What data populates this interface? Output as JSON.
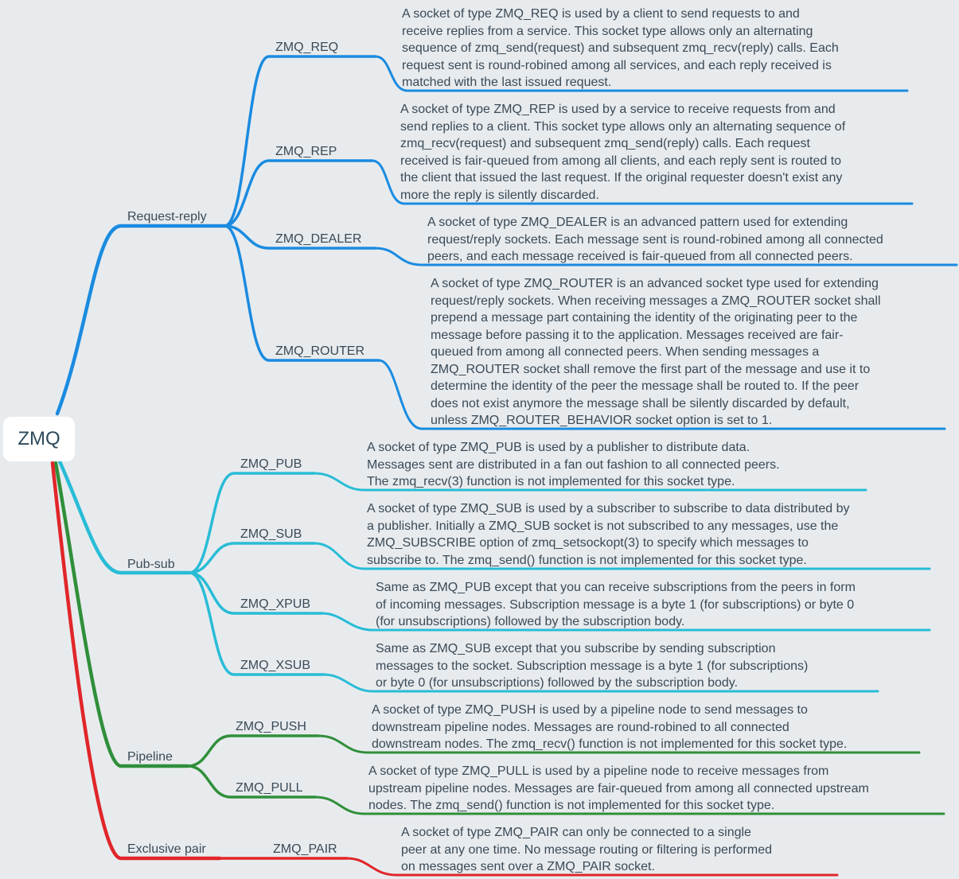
{
  "root": {
    "label": "ZMQ"
  },
  "colors": {
    "request_reply": "#1a8be0",
    "pub_sub": "#29bcd6",
    "pipeline": "#2f8f3a",
    "exclusive_pair": "#e0262a"
  },
  "groups": {
    "request_reply": {
      "label": "Request-reply",
      "items": [
        {
          "label": "ZMQ_REQ",
          "description": "A socket of type ZMQ_REQ is used by a client to send requests to and\nreceive replies from a service. This socket type allows only an alternating\nsequence of zmq_send(request) and subsequent zmq_recv(reply) calls. Each\nrequest sent is round-robined among all services, and each reply received is\nmatched with the last issued request."
        },
        {
          "label": "ZMQ_REP",
          "description": "A socket of type ZMQ_REP is used by a service to receive requests from and\nsend replies to a client. This socket type allows only an alternating sequence of\nzmq_recv(request) and subsequent zmq_send(reply) calls. Each request\nreceived is fair-queued from among all clients, and each reply sent is routed to\nthe client that issued the last request. If the original requester doesn't exist any\nmore the reply is silently discarded."
        },
        {
          "label": "ZMQ_DEALER",
          "description": "A socket of type ZMQ_DEALER is an advanced pattern used for extending\nrequest/reply sockets. Each message sent is round-robined among all connected\npeers, and each message received is fair-queued from all connected peers."
        },
        {
          "label": "ZMQ_ROUTER",
          "description": "A socket of type ZMQ_ROUTER is an advanced socket type used for extending\nrequest/reply sockets. When receiving messages a ZMQ_ROUTER socket shall\nprepend a message part containing the identity of the originating peer to the\nmessage before passing it to the application. Messages received are fair-\nqueued from among all connected peers. When sending messages a\nZMQ_ROUTER socket shall remove the first part of the message and use it to\ndetermine the identity of the peer the message shall be routed to. If the peer\ndoes not exist anymore the message shall be silently discarded by default,\nunless ZMQ_ROUTER_BEHAVIOR socket option is set to 1."
        }
      ]
    },
    "pub_sub": {
      "label": "Pub-sub",
      "items": [
        {
          "label": "ZMQ_PUB",
          "description": "A socket of type ZMQ_PUB is used by a publisher to distribute data.\nMessages sent are distributed in a fan out fashion to all connected peers.\nThe zmq_recv(3) function is not implemented for this socket type."
        },
        {
          "label": "ZMQ_SUB",
          "description": "A socket of type ZMQ_SUB is used by a subscriber to subscribe to data distributed by\na publisher. Initially a ZMQ_SUB socket is not subscribed to any messages, use the\nZMQ_SUBSCRIBE option of zmq_setsockopt(3) to specify which messages to\nsubscribe to. The zmq_send() function is not implemented for this socket type."
        },
        {
          "label": "ZMQ_XPUB",
          "description": "Same as ZMQ_PUB except that you can receive subscriptions from the peers in form\nof incoming messages. Subscription message is a byte 1 (for subscriptions) or byte 0\n(for unsubscriptions) followed by the subscription body."
        },
        {
          "label": "ZMQ_XSUB",
          "description": "Same as ZMQ_SUB except that you subscribe by sending subscription\nmessages to the socket. Subscription message is a byte 1 (for subscriptions)\nor byte 0 (for unsubscriptions) followed by the subscription body."
        }
      ]
    },
    "pipeline": {
      "label": "Pipeline",
      "items": [
        {
          "label": "ZMQ_PUSH",
          "description": "A socket of type ZMQ_PUSH is used by a pipeline node to send messages to\ndownstream pipeline nodes. Messages are round-robined to all connected\ndownstream nodes. The zmq_recv() function is not implemented for this socket type."
        },
        {
          "label": "ZMQ_PULL",
          "description": "A socket of type ZMQ_PULL is used by a pipeline node to receive messages from\nupstream pipeline nodes. Messages are fair-queued from among all connected upstream\nnodes. The zmq_send() function is not implemented for this socket type."
        }
      ]
    },
    "exclusive_pair": {
      "label": "Exclusive pair",
      "items": [
        {
          "label": "ZMQ_PAIR",
          "description": "A socket of type ZMQ_PAIR can only be connected to a single\npeer at any one time. No message routing or filtering is performed\non messages sent over a ZMQ_PAIR socket."
        }
      ]
    }
  }
}
